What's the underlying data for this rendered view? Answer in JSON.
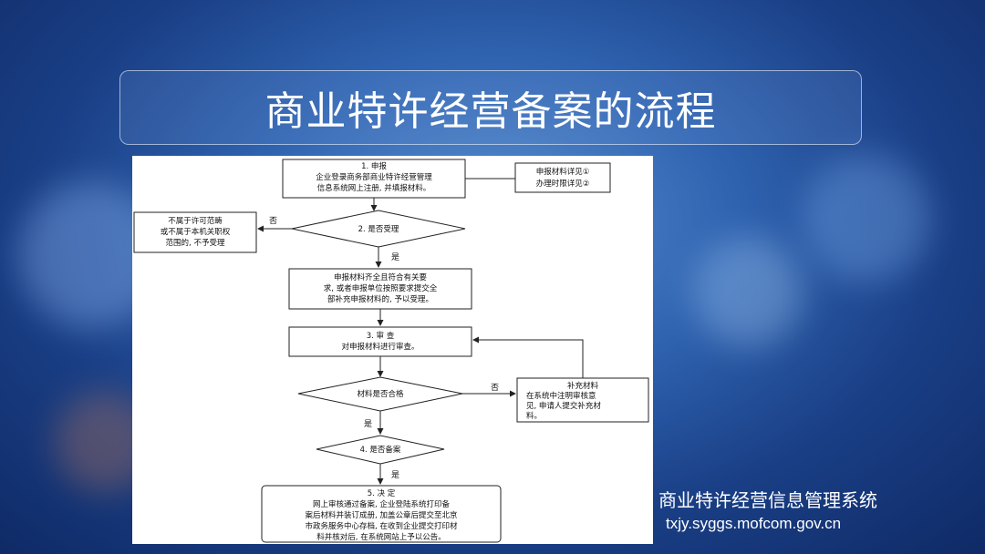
{
  "title": "商业特许经营备案的流程",
  "flowchart": {
    "step1": [
      "1. 申报",
      "企业登录商务部商业特许经营管理",
      "信息系统网上注册, 并填报材料。"
    ],
    "note": [
      "申报材料详见①",
      "办理时限详见②"
    ],
    "reject": [
      "不属于许可范畴",
      "或不属于本机关职权",
      "范围的, 不予受理"
    ],
    "no_label_1": "否",
    "decision1": "2. 是否受理",
    "yes_label_1": "是",
    "accept": [
      "申报材料齐全且符合有关要",
      "求, 或者申报单位按照要求提交全",
      "部补充申报材料的, 予以受理。"
    ],
    "step3": [
      "3. 审 查",
      "对申报材料进行审查。"
    ],
    "decision2": "材料是否合格",
    "no_label_2": "否",
    "supplement": [
      "补充材料",
      "在系统中注明审核意",
      "见, 申请人提交补充材",
      "料。"
    ],
    "yes_label_2": "是",
    "decision3": "4. 是否备案",
    "yes_label_3": "是",
    "step5": [
      "5. 决 定",
      "网上审核通过备案, 企业登陆系统打印备",
      "案后材料并装订成册, 加盖公章后提交至北京",
      "市政务服务中心存档, 在收到企业提交打印材",
      "料并核对后, 在系统网站上予以公告。"
    ]
  },
  "footer": {
    "system_name": "商业特许经营信息管理系统",
    "url": "txjy.syggs.mofcom.gov.cn"
  }
}
